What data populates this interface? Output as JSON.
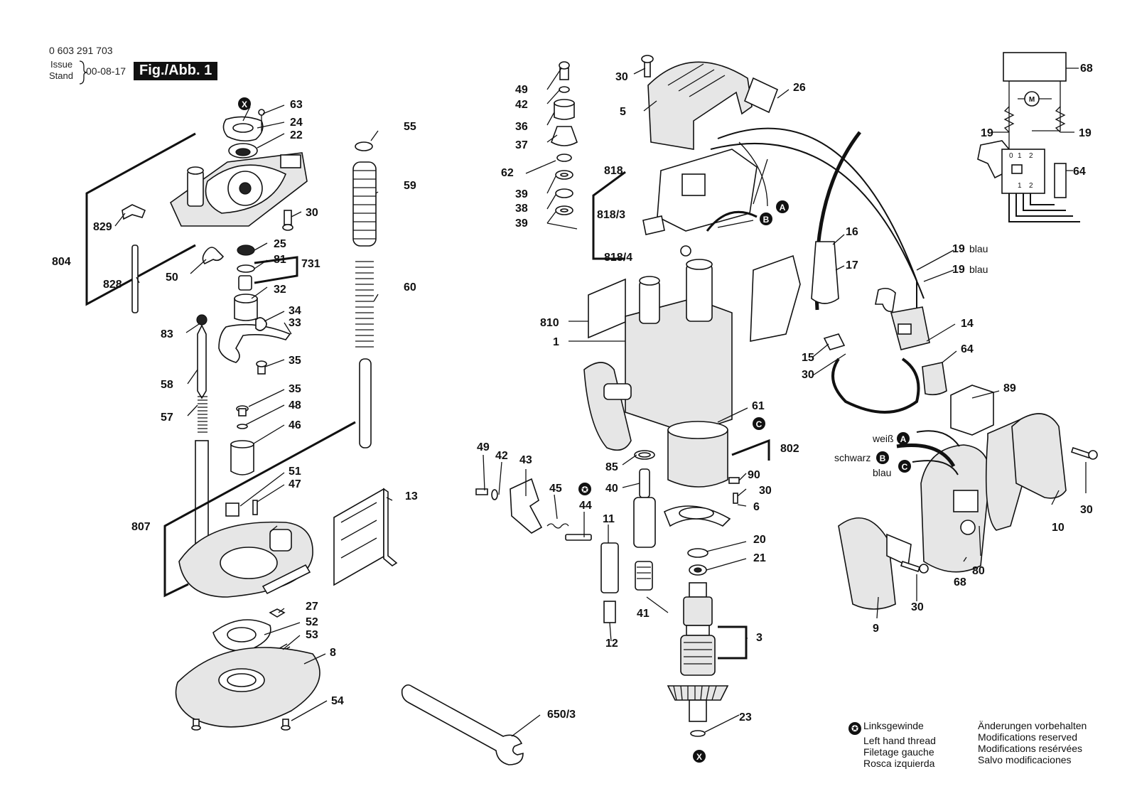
{
  "header": {
    "doc_number": "0 603 291 703",
    "issue_label_1": "Issue",
    "issue_label_2": "Stand",
    "issue_date": "00-08-17",
    "figure": "Fig./Abb. 1"
  },
  "labels": {
    "l63": "63",
    "l24": "24",
    "l22": "22",
    "l30a": "30",
    "l829": "829",
    "l804": "804",
    "l828": "828",
    "l25": "25",
    "l81": "81",
    "l731": "731",
    "l50": "50",
    "l32": "32",
    "l34": "34",
    "l33": "33",
    "l35a": "35",
    "l83": "83",
    "l58": "58",
    "l57": "57",
    "l35b": "35",
    "l48": "48",
    "l46": "46",
    "l51": "51",
    "l47": "47",
    "l807": "807",
    "l27": "27",
    "l52": "52",
    "l53": "53",
    "l8": "8",
    "l54": "54",
    "l55": "55",
    "l59": "59",
    "l60": "60",
    "l13": "13",
    "l650": "650/3",
    "l49a": "49",
    "l42a": "42",
    "l36": "36",
    "l37": "37",
    "l62": "62",
    "l39a": "39",
    "l38": "38",
    "l39b": "39",
    "l818": "818",
    "l8183": "818/3",
    "l8184": "818/4",
    "l30b": "30",
    "l5": "5",
    "l26": "26",
    "l810": "810",
    "l1": "1",
    "l49b": "49",
    "l42b": "42",
    "l43": "43",
    "l45": "45",
    "l44": "44",
    "l11": "11",
    "l12": "12",
    "l85": "85",
    "l40": "40",
    "l41": "41",
    "l61": "61",
    "l802": "802",
    "l90": "90",
    "l30c": "30",
    "l6": "6",
    "l20": "20",
    "l21": "21",
    "l3": "3",
    "l23": "23",
    "l16": "16",
    "l17": "17",
    "l19a": "19",
    "l19b": "19",
    "blau": "blau",
    "l14": "14",
    "l15": "15",
    "l30d": "30",
    "l64a": "64",
    "l89": "89",
    "l68a": "68",
    "l64b": "64",
    "l19c": "19",
    "l19d": "19",
    "l10": "10",
    "l30e": "30",
    "l68b": "68",
    "l80": "80",
    "l9": "9",
    "l30f": "30",
    "weiss": "weiß",
    "schwarz": "schwarz",
    "blau2": "blau",
    "markerA": "A",
    "markerB": "B",
    "markerC": "C",
    "markerX": "X",
    "sw0": "0",
    "sw1": "1",
    "sw2": "2",
    "sw1b": "1",
    "sw2b": "2",
    "motor": "M"
  },
  "legend": {
    "left": [
      "Linksgewinde",
      "Left hand thread",
      "Filetage gauche",
      "Rosca izquierda"
    ],
    "right": [
      "Änderungen vorbehalten",
      "Modifications reserved",
      "Modifications resérvées",
      "Salvo modificaciones"
    ],
    "star_symbol": "✪"
  }
}
